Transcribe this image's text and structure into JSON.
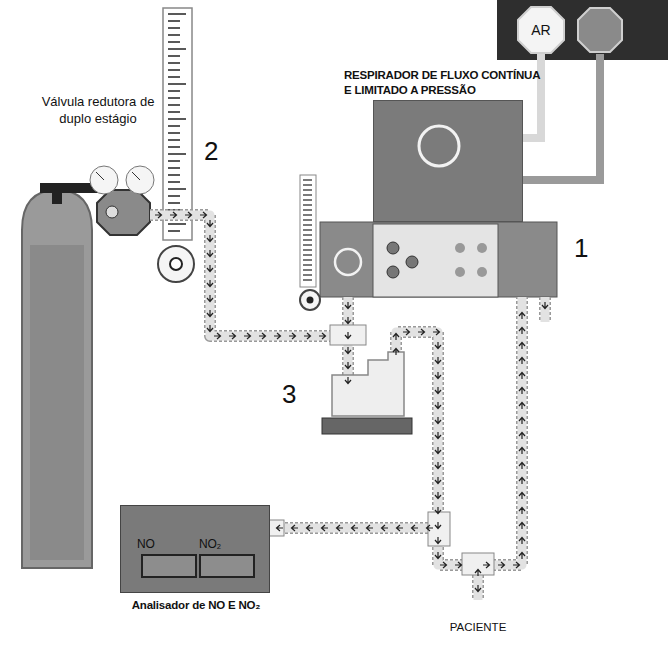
{
  "diagram": {
    "nodes": [
      {
        "text": [
          "RESPIRADOR DE FLUXO CONTÍNUA E LIMITADO A PRESSÃO"
        ]
      },
      {
        "text": [
          "AR"
        ]
      },
      {
        "text": [
          "Analisador de NO E NO₂"
        ]
      },
      {
        "text": [
          "NO"
        ],
        "in": 2
      },
      {
        "text": [
          "NO₂"
        ],
        "in": 2
      }
    ],
    "edges": [
      {
        "from": 1,
        "to": 0,
        "arrow": "none"
      }
    ],
    "labels": [
      "Válvula redutora de duplo estágio",
      "2",
      "1",
      "3",
      "PACIENTE"
    ]
  }
}
